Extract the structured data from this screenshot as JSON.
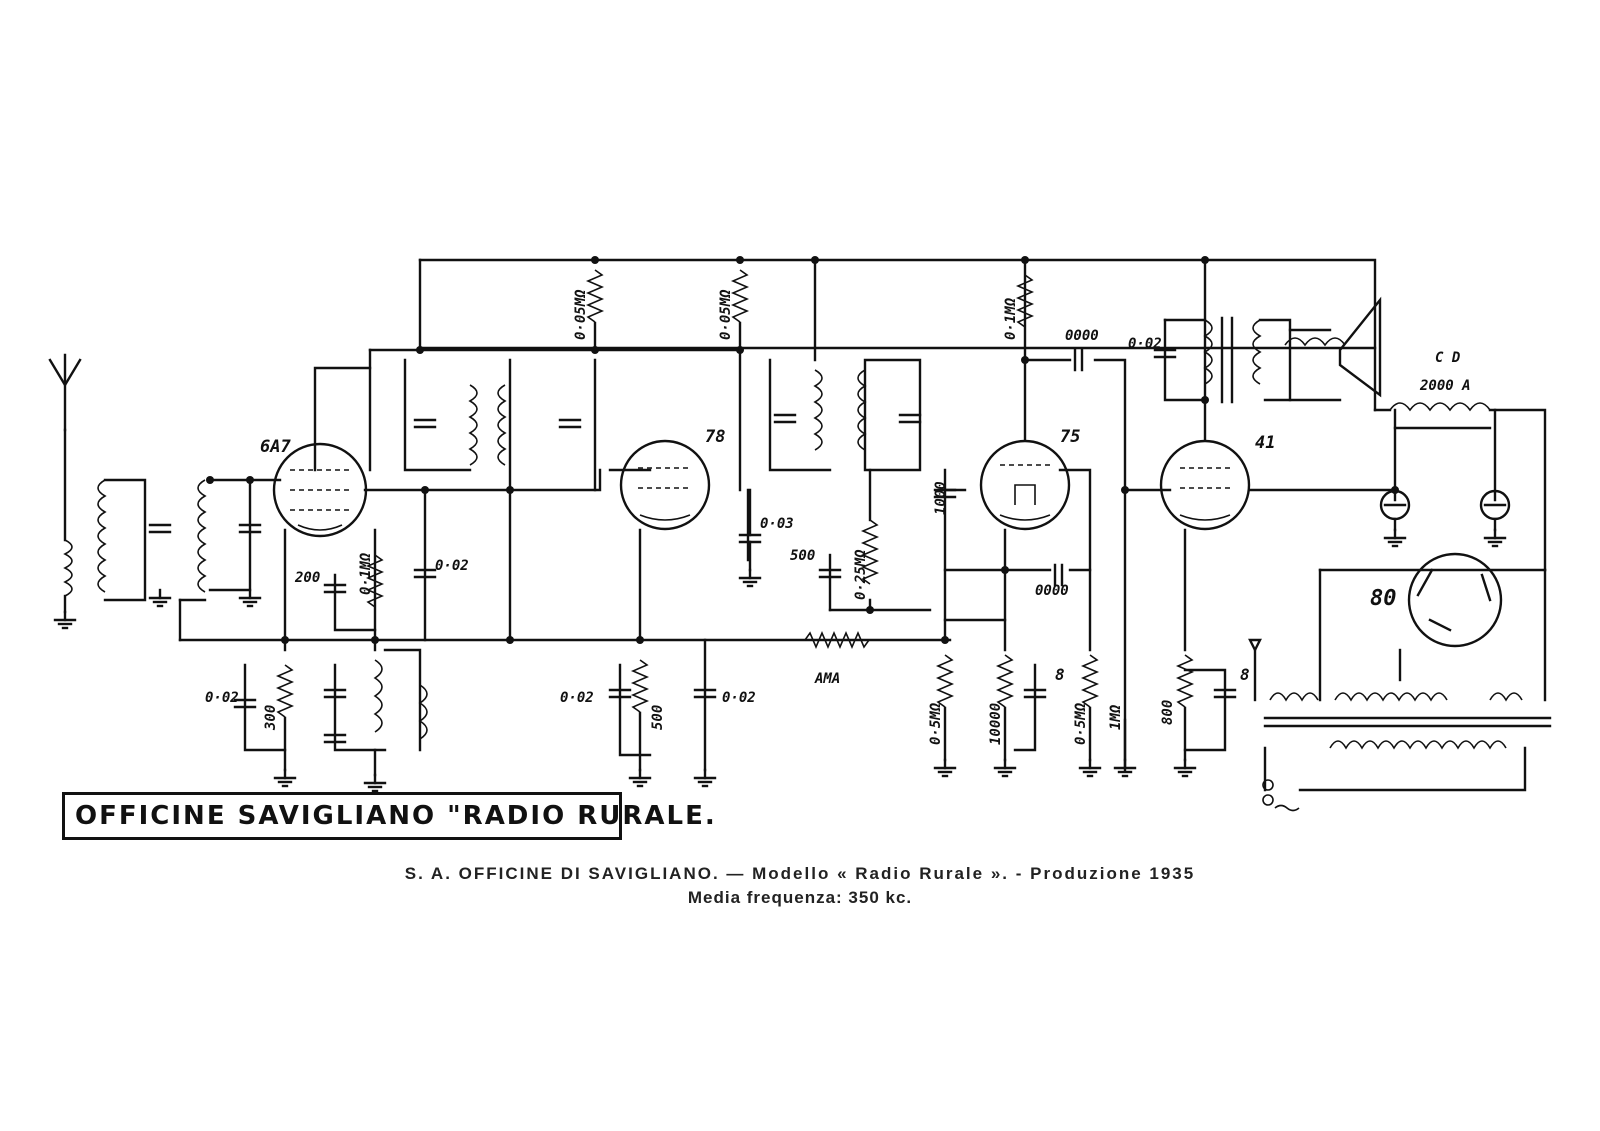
{
  "title_box": "OFFICINE SAVIGLIANO \"RADIO RURALE.",
  "caption": {
    "line1": "S. A. OFFICINE DI SAVIGLIANO. — Modello « Radio Rurale ». - Produzione 1935",
    "line2": "Media frequenza: 350 kc."
  },
  "tubes": {
    "t1": "6A7",
    "t2": "78",
    "t3": "75",
    "t4": "41",
    "t5": "80"
  },
  "labels": {
    "r_005_a": "0·05MΩ",
    "r_005_b": "0·05MΩ",
    "r_01_top": "0·1MΩ",
    "c_0000": "0000",
    "c_002_top": "0·02",
    "cd": "C D",
    "cd_val": "2000 A",
    "c_1000": "1000",
    "c_003": "0·03",
    "c_500": "500",
    "r_025": "0·25MΩ",
    "c_0000_b": "0000",
    "c_200": "200",
    "r_01": "0·1MΩ",
    "c_002_mid": "0·02",
    "c_002_l": "0·02",
    "r_300": "300",
    "c_002_2": "0·02",
    "r_500": "500",
    "c_002_3": "0·02",
    "ama": "AMA",
    "r_05_a": "0·5MΩ",
    "r_10000": "10000",
    "c_8a": "8",
    "r_05_b": "0·5MΩ",
    "r_1m": "1MΩ",
    "r_800": "800",
    "c_8b": "8"
  },
  "colors": {
    "ink": "#111111",
    "paper": "#ffffff"
  }
}
